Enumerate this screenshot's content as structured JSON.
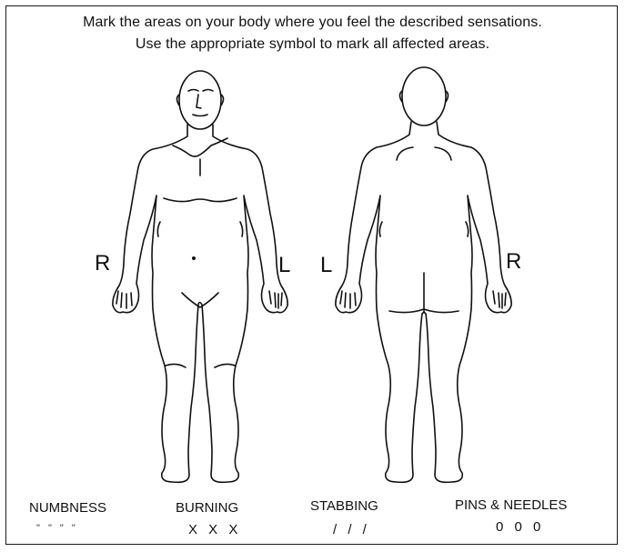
{
  "instructions": {
    "line1": "Mark the areas on your body where you feel the described sensations.",
    "line2": "Use the appropriate symbol to mark all affected areas."
  },
  "front_figure": {
    "label_left": "R",
    "label_right": "L"
  },
  "back_figure": {
    "label_left": "L",
    "label_right": "R"
  },
  "legend": [
    {
      "label": "NUMBNESS",
      "symbol": "\" \" \" \""
    },
    {
      "label": "BURNING",
      "symbol": "X X X"
    },
    {
      "label": "STABBING",
      "symbol": "/ / /"
    },
    {
      "label": "PINS & NEEDLES",
      "symbol": "0 0 0"
    }
  ]
}
